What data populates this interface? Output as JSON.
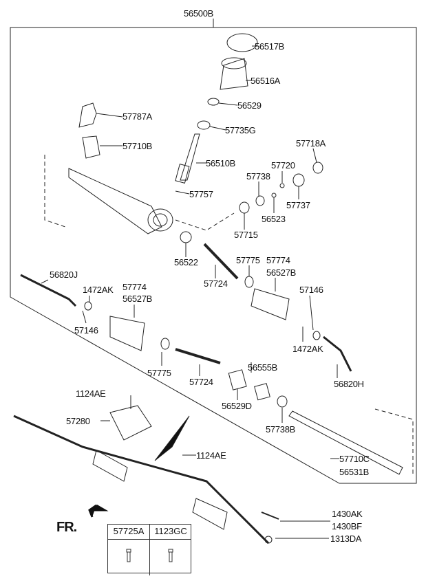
{
  "assembly_label": "56500B",
  "parts": {
    "p56517B": "56517B",
    "p56516A": "56516A",
    "p56529": "56529",
    "p57787A": "57787A",
    "p57735G": "57735G",
    "p57710B": "57710B",
    "p57718A": "57718A",
    "p56510B": "56510B",
    "p57720": "57720",
    "p57738": "57738",
    "p57757": "57757",
    "p57737": "57737",
    "p56523": "56523",
    "p57715": "57715",
    "p56522": "56522",
    "p57775a": "57775",
    "p57774a": "57774",
    "p56527Ba": "56527B",
    "p57724a": "57724",
    "p56820J": "56820J",
    "p57774b": "57774",
    "p56527Bb": "56527B",
    "p1472AKa": "1472AK",
    "p57146a": "57146",
    "p57146b": "57146",
    "p1472AKb": "1472AK",
    "p57775b": "57775",
    "p57724b": "57724",
    "p56555B": "56555B",
    "p56529D": "56529D",
    "p56820H": "56820H",
    "p1124AEa": "1124AE",
    "p57280": "57280",
    "p57738B": "57738B",
    "p1124AEb": "1124AE",
    "p57710C": "57710C",
    "p56531B": "56531B",
    "p1430AK": "1430AK",
    "p1430BF": "1430BF",
    "p1313DA": "1313DA"
  },
  "front_indicator": "FR.",
  "table": {
    "headers": [
      "57725A",
      "1123GC"
    ]
  }
}
